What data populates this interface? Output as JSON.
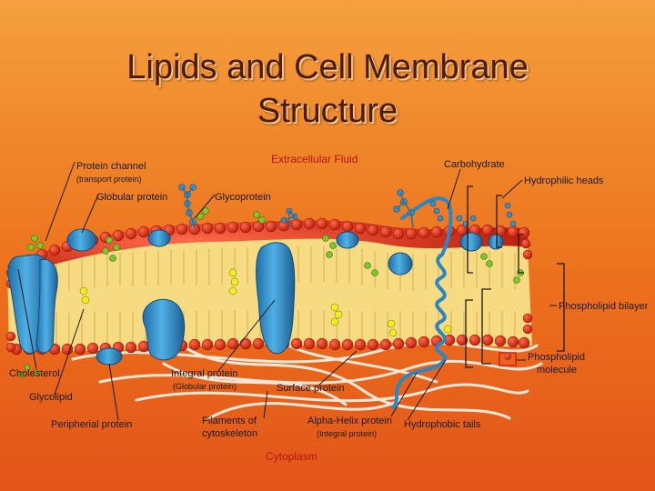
{
  "title": {
    "line1": "Lipids and Cell Membrane",
    "line2": "Structure"
  },
  "regions": {
    "extracellular": "Extracellular Fluid",
    "cytoplasm": "Cytoplasm"
  },
  "labels": {
    "protein_channel": "Protein channel",
    "protein_channel_sub": "(transport protein)",
    "globular_protein": "Globular protein",
    "glycoprotein": "Glycoprotein",
    "carbohydrate": "Carbohydrate",
    "hydrophilic_heads": "Hydrophilic heads",
    "phospholipid_bilayer": "Phospholipid bilayer",
    "phospholipid_molecule_1": "Phospholipid",
    "phospholipid_molecule_2": "molecule",
    "cholesterol": "Cholesterol",
    "glycolipid": "Glycolipid",
    "peripheral_protein": "Peripherial protein",
    "integral_protein": "Integral protein",
    "integral_protein_sub": "(Globular protein)",
    "filaments_1": "Filaments of",
    "filaments_2": "cytoskeleton",
    "surface_protein": "Surface protein",
    "alpha_helix": "Alpha-Helix protein",
    "alpha_helix_sub": "(Integral protein)",
    "hydrophobic_tails": "Hydrophobic tails"
  },
  "colors": {
    "background": "#ec6e1c",
    "head": "#d62a10",
    "tail": "#f2d77a",
    "protein": "#2a86c4",
    "carbohydrate": "#3f8fc0",
    "glycolipid": "#7cc52a",
    "cholesterol": "#e8e826",
    "region_text": "#b81414"
  }
}
